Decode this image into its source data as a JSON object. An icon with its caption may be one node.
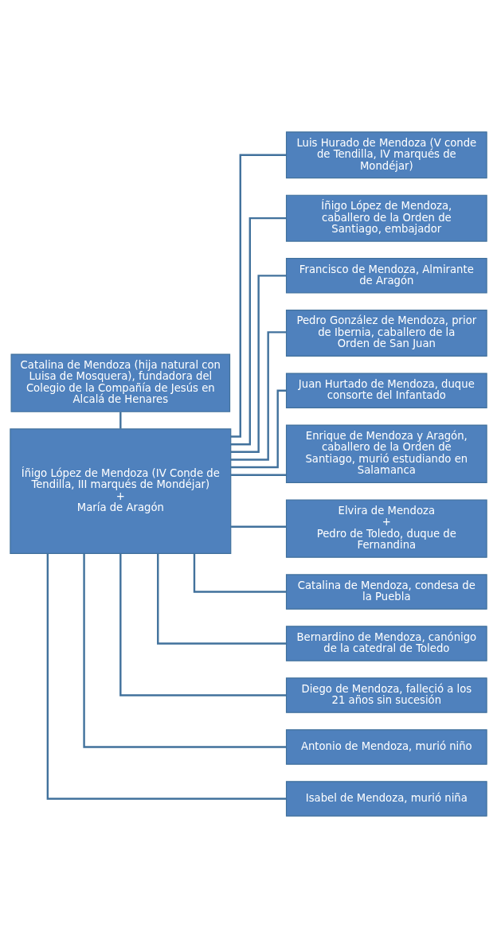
{
  "diagram": {
    "nodes": [
      {
        "text": [
          "Catalina de Mendoza (hija natural con Luisa de Mosquera), fundadora del Colegio de la Compañía de Jesús en Alcalá de Henares"
        ]
      },
      {
        "text": [
          "Íñigo López de Mendoza (IV Conde de Tendilla, III marqués de Mondéjar)",
          "+",
          "María de Aragón"
        ]
      },
      {
        "text": [
          "Luis Hurado de Mendoza (V conde de Tendilla, IV marqués de Mondéjar)"
        ]
      },
      {
        "text": [
          "Íñigo López de Mendoza, caballero de la Orden de Santiago, embajador"
        ]
      },
      {
        "text": [
          "Francisco de Mendoza, Almirante de Aragón"
        ]
      },
      {
        "text": [
          "Pedro González de Mendoza, prior de Ibernia, caballero de la Orden de San Juan"
        ]
      },
      {
        "text": [
          "Juan Hurtado de Mendoza, duque consorte del Infantado"
        ]
      },
      {
        "text": [
          "Enrique de Mendoza y Aragón, caballero de la Orden de Santiago, murió estudiando en Salamanca"
        ]
      },
      {
        "text": [
          "Elvira de Mendoza",
          "+",
          "Pedro de Toledo, duque de Fernandina"
        ]
      },
      {
        "text": [
          "Catalina de Mendoza, condesa de la Puebla"
        ]
      },
      {
        "text": [
          "Bernardino de Mendoza, canónigo de la catedral de Toledo"
        ]
      },
      {
        "text": [
          "Diego de Mendoza, falleció a los 21 años sin sucesión"
        ]
      },
      {
        "text": [
          "Antonio de Mendoza, murió niño"
        ]
      },
      {
        "text": [
          "Isabel de Mendoza, murió niña"
        ]
      }
    ],
    "edges": [
      {
        "from": 0,
        "to": 1,
        "arrow": "none"
      },
      {
        "from": 1,
        "to": 2,
        "arrow": "none"
      },
      {
        "from": 1,
        "to": 3,
        "arrow": "none"
      },
      {
        "from": 1,
        "to": 4,
        "arrow": "none"
      },
      {
        "from": 1,
        "to": 5,
        "arrow": "none"
      },
      {
        "from": 1,
        "to": 6,
        "arrow": "none"
      },
      {
        "from": 1,
        "to": 7,
        "arrow": "none"
      },
      {
        "from": 1,
        "to": 8,
        "arrow": "none"
      },
      {
        "from": 1,
        "to": 9,
        "arrow": "none"
      },
      {
        "from": 1,
        "to": 10,
        "arrow": "none"
      },
      {
        "from": 1,
        "to": 11,
        "arrow": "none"
      },
      {
        "from": 1,
        "to": 12,
        "arrow": "none"
      },
      {
        "from": 1,
        "to": 13,
        "arrow": "none"
      }
    ]
  }
}
